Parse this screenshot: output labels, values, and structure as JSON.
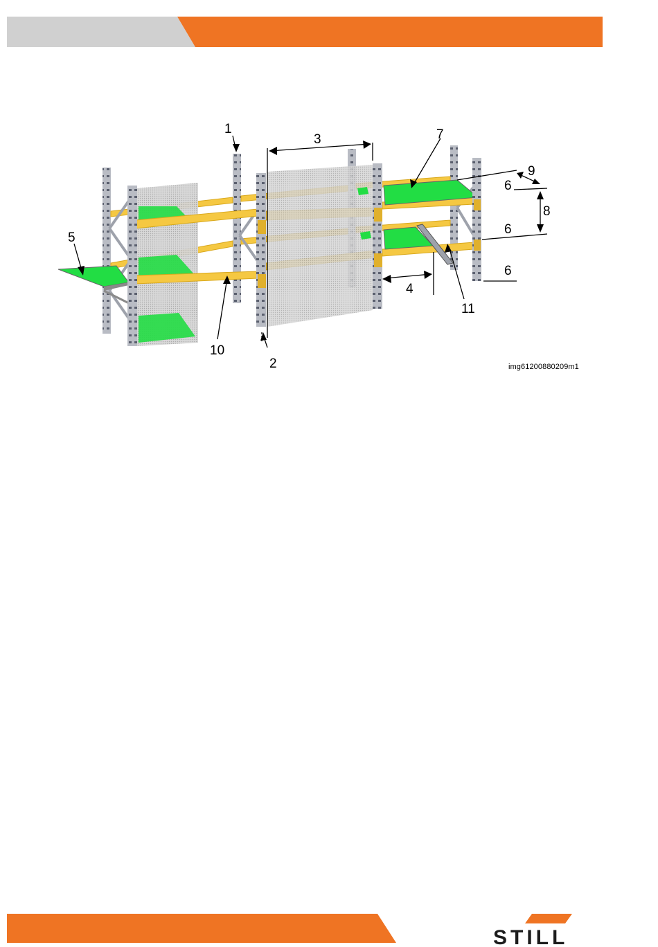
{
  "header": {
    "left_color": "#d0d0d0",
    "right_color": "#ef7423"
  },
  "figure": {
    "image_id": "img61200880209m1",
    "callouts": {
      "c1": "1",
      "c2": "2",
      "c3": "3",
      "c4": "4",
      "c5": "5",
      "c6a": "6",
      "c6b": "6",
      "c6c": "6",
      "c7": "7",
      "c8": "8",
      "c9": "9",
      "c10": "10",
      "c11": "11"
    },
    "colors": {
      "upright": "#b9bcc4",
      "beam": "#f5c842",
      "shelf": "#22dd44",
      "mesh": "#cfcfcf"
    }
  },
  "footer": {
    "band_color": "#ef7423",
    "logo_text": "STILL",
    "logo_accent": "#ef7423",
    "logo_color": "#1c1c1c"
  }
}
